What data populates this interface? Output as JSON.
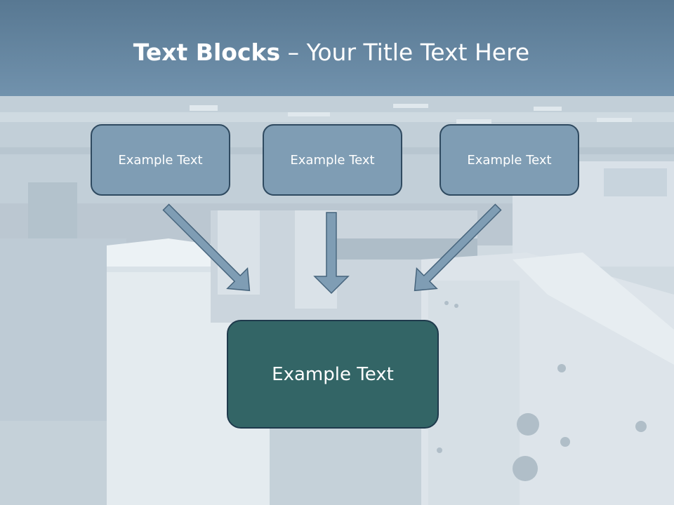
{
  "title": {
    "bold": "Text Blocks",
    "dash": " – ",
    "rest": "Your Title Text Here"
  },
  "top_boxes": [
    {
      "label": "Example Text"
    },
    {
      "label": "Example Text"
    },
    {
      "label": "Example Text"
    }
  ],
  "main_box": {
    "label": "Example Text"
  },
  "colors": {
    "title_bar": "#6a8aa4",
    "small_box_fill": "#7f9db4",
    "main_box_fill": "#336566",
    "arrow_fill": "#7f9db4",
    "arrow_stroke": "#46647c"
  }
}
